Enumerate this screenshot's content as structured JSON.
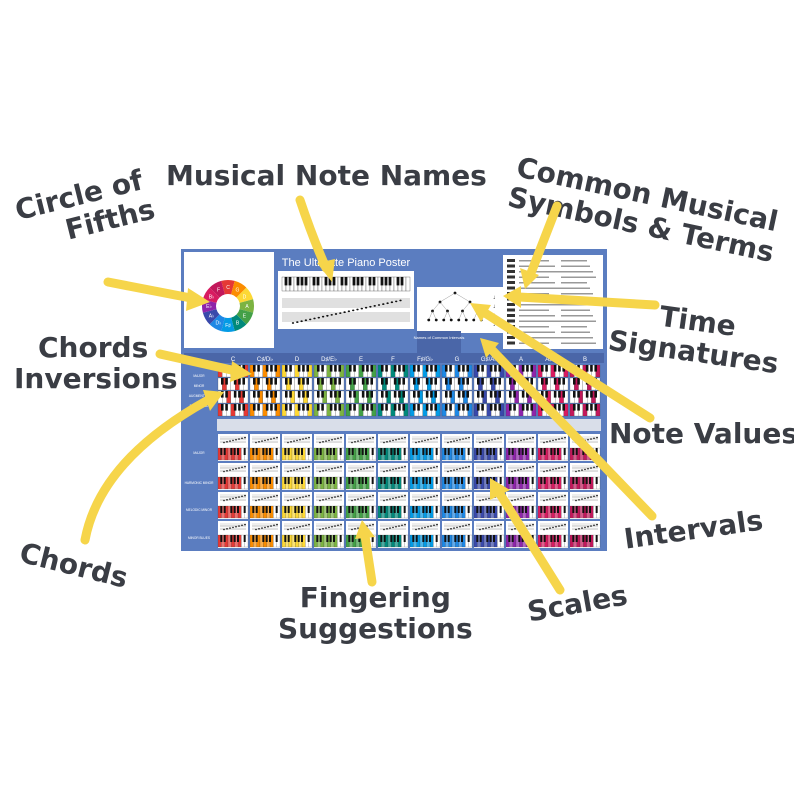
{
  "callouts": {
    "circle_of_fifths": [
      "Circle of",
      "Fifths"
    ],
    "musical_note_names": "Musical Note Names",
    "common_symbols": [
      "Common Musical",
      "Symbols & Terms"
    ],
    "time_signatures": [
      "Time",
      "Signatures"
    ],
    "chords_inversions": [
      "Chords",
      "Inversions"
    ],
    "note_values": "Note Values",
    "intervals": "Intervals",
    "chords": "Chords",
    "fingering_suggestions": [
      "Fingering",
      "Suggestions"
    ],
    "scales": "Scales"
  },
  "poster": {
    "title": "The Ultimate Piano Poster",
    "chord_keys": [
      "C",
      "C♯/D♭",
      "D",
      "D♯/E♭",
      "E",
      "F",
      "F♯/G♭",
      "G",
      "G♯/A♭",
      "A",
      "A♯/B♭",
      "B"
    ],
    "circle_notes": [
      "C",
      "G",
      "D",
      "A",
      "E",
      "B",
      "F♯",
      "D♭",
      "A♭",
      "E♭",
      "B♭",
      "F"
    ],
    "side_labels": [
      "MAJOR",
      "MINOR",
      "AUGMENTED",
      "DIMINISHED",
      "MAJOR",
      "HARMONIC MINOR",
      "MELODIC MINOR",
      "MINOR BLUES"
    ],
    "intervals_box_title": "Names of Common Intervals"
  },
  "colors": {
    "callout_text": "#3a3d44",
    "arrow": "#f6d54a",
    "poster_blue": "#5b7dc0",
    "poster_bg": "#ffffff"
  }
}
